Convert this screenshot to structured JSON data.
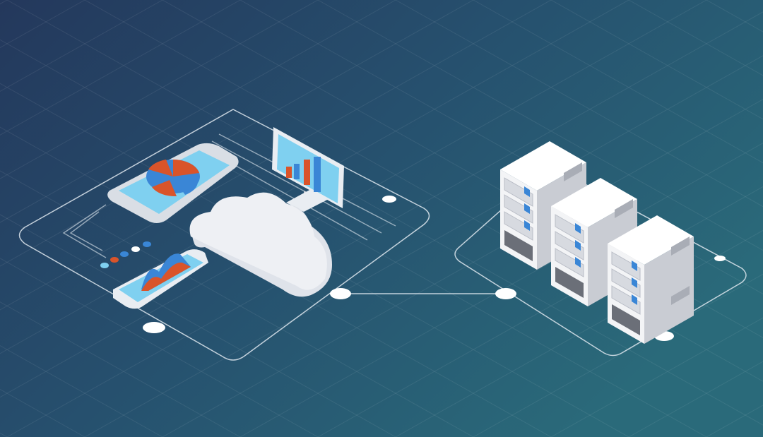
{
  "scene": {
    "description_type": "isometric-illustration",
    "elements": [
      "tablet-pie-chart",
      "monitor-bar-chart",
      "phone-area-chart",
      "cloud",
      "server-rack",
      "server-rack",
      "server-rack",
      "network-nodes"
    ]
  },
  "colors": {
    "background_start": "#243a5e",
    "background_end": "#2a6878",
    "line": "#dfe8ef",
    "screen": "#7fd0f0",
    "chart_orange": "#d9542a",
    "chart_blue": "#3a86d6",
    "device_body": "#e9edf2",
    "server_body": "#f3f4f6",
    "server_side": "#c9ccd3",
    "cloud": "#e8eaef"
  }
}
